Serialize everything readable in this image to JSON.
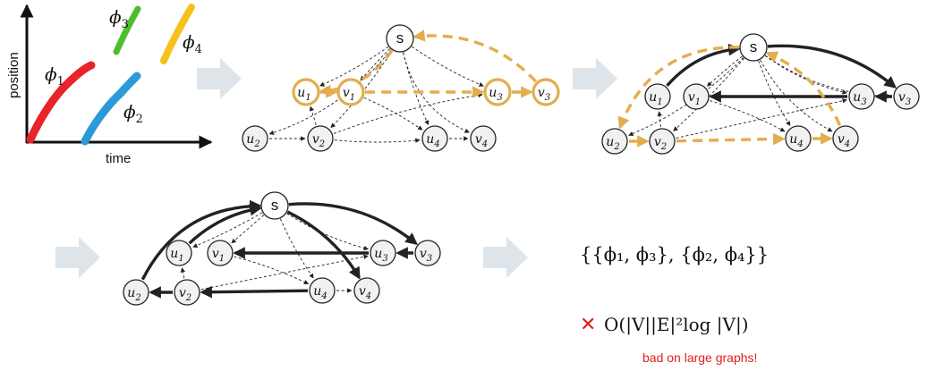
{
  "plot": {
    "xlabel": "time",
    "ylabel": "position",
    "tracklets": [
      {
        "id": "phi1",
        "sym": "ϕ",
        "sub": "1",
        "color": "#e8232a"
      },
      {
        "id": "phi2",
        "sym": "ϕ",
        "sub": "2",
        "color": "#2b9ad8"
      },
      {
        "id": "phi3",
        "sym": "ϕ",
        "sub": "3",
        "color": "#4cbf2f"
      },
      {
        "id": "phi4",
        "sym": "ϕ",
        "sub": "4",
        "color": "#f5c21c"
      }
    ]
  },
  "graph": {
    "source_label": "s",
    "node_letters": {
      "u": "u",
      "v": "v"
    },
    "node_indices": [
      "1",
      "2",
      "3",
      "4"
    ],
    "colors": {
      "edge": "#222222",
      "highlight": "#e3ad4f",
      "node_fill": "#f1f1f1"
    }
  },
  "result": {
    "partition": "{{ϕ₁, ϕ₃}, {ϕ₂, ϕ₄}}",
    "complexity": "O(|V||E|²log |V|)",
    "cross_symbol": "✕",
    "warning": "bad on large graphs!"
  }
}
